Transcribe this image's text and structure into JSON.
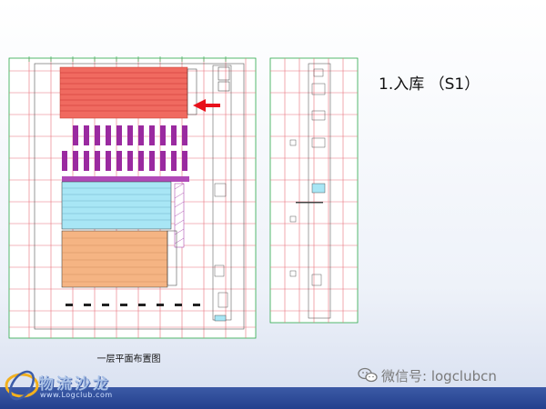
{
  "slide": {
    "heading": "1.入库 （S1）",
    "plan_caption": "一层平面布置图"
  },
  "logo": {
    "name": "物流沙龙",
    "url": "www.Logclub.com"
  },
  "watermark": {
    "text": "微信号: logclubcn",
    "icon": "wechat-icon"
  },
  "colors": {
    "red_zone": "#f06a60",
    "purple_racks": "#9a2aa0",
    "blue_zone": "#a8e6f5",
    "orange_zone": "#f5b483",
    "grid_green": "#2aa84a",
    "grid_red": "#e8707a",
    "arrow": "#e8101a",
    "footer_bar": "#2d4a9a"
  }
}
